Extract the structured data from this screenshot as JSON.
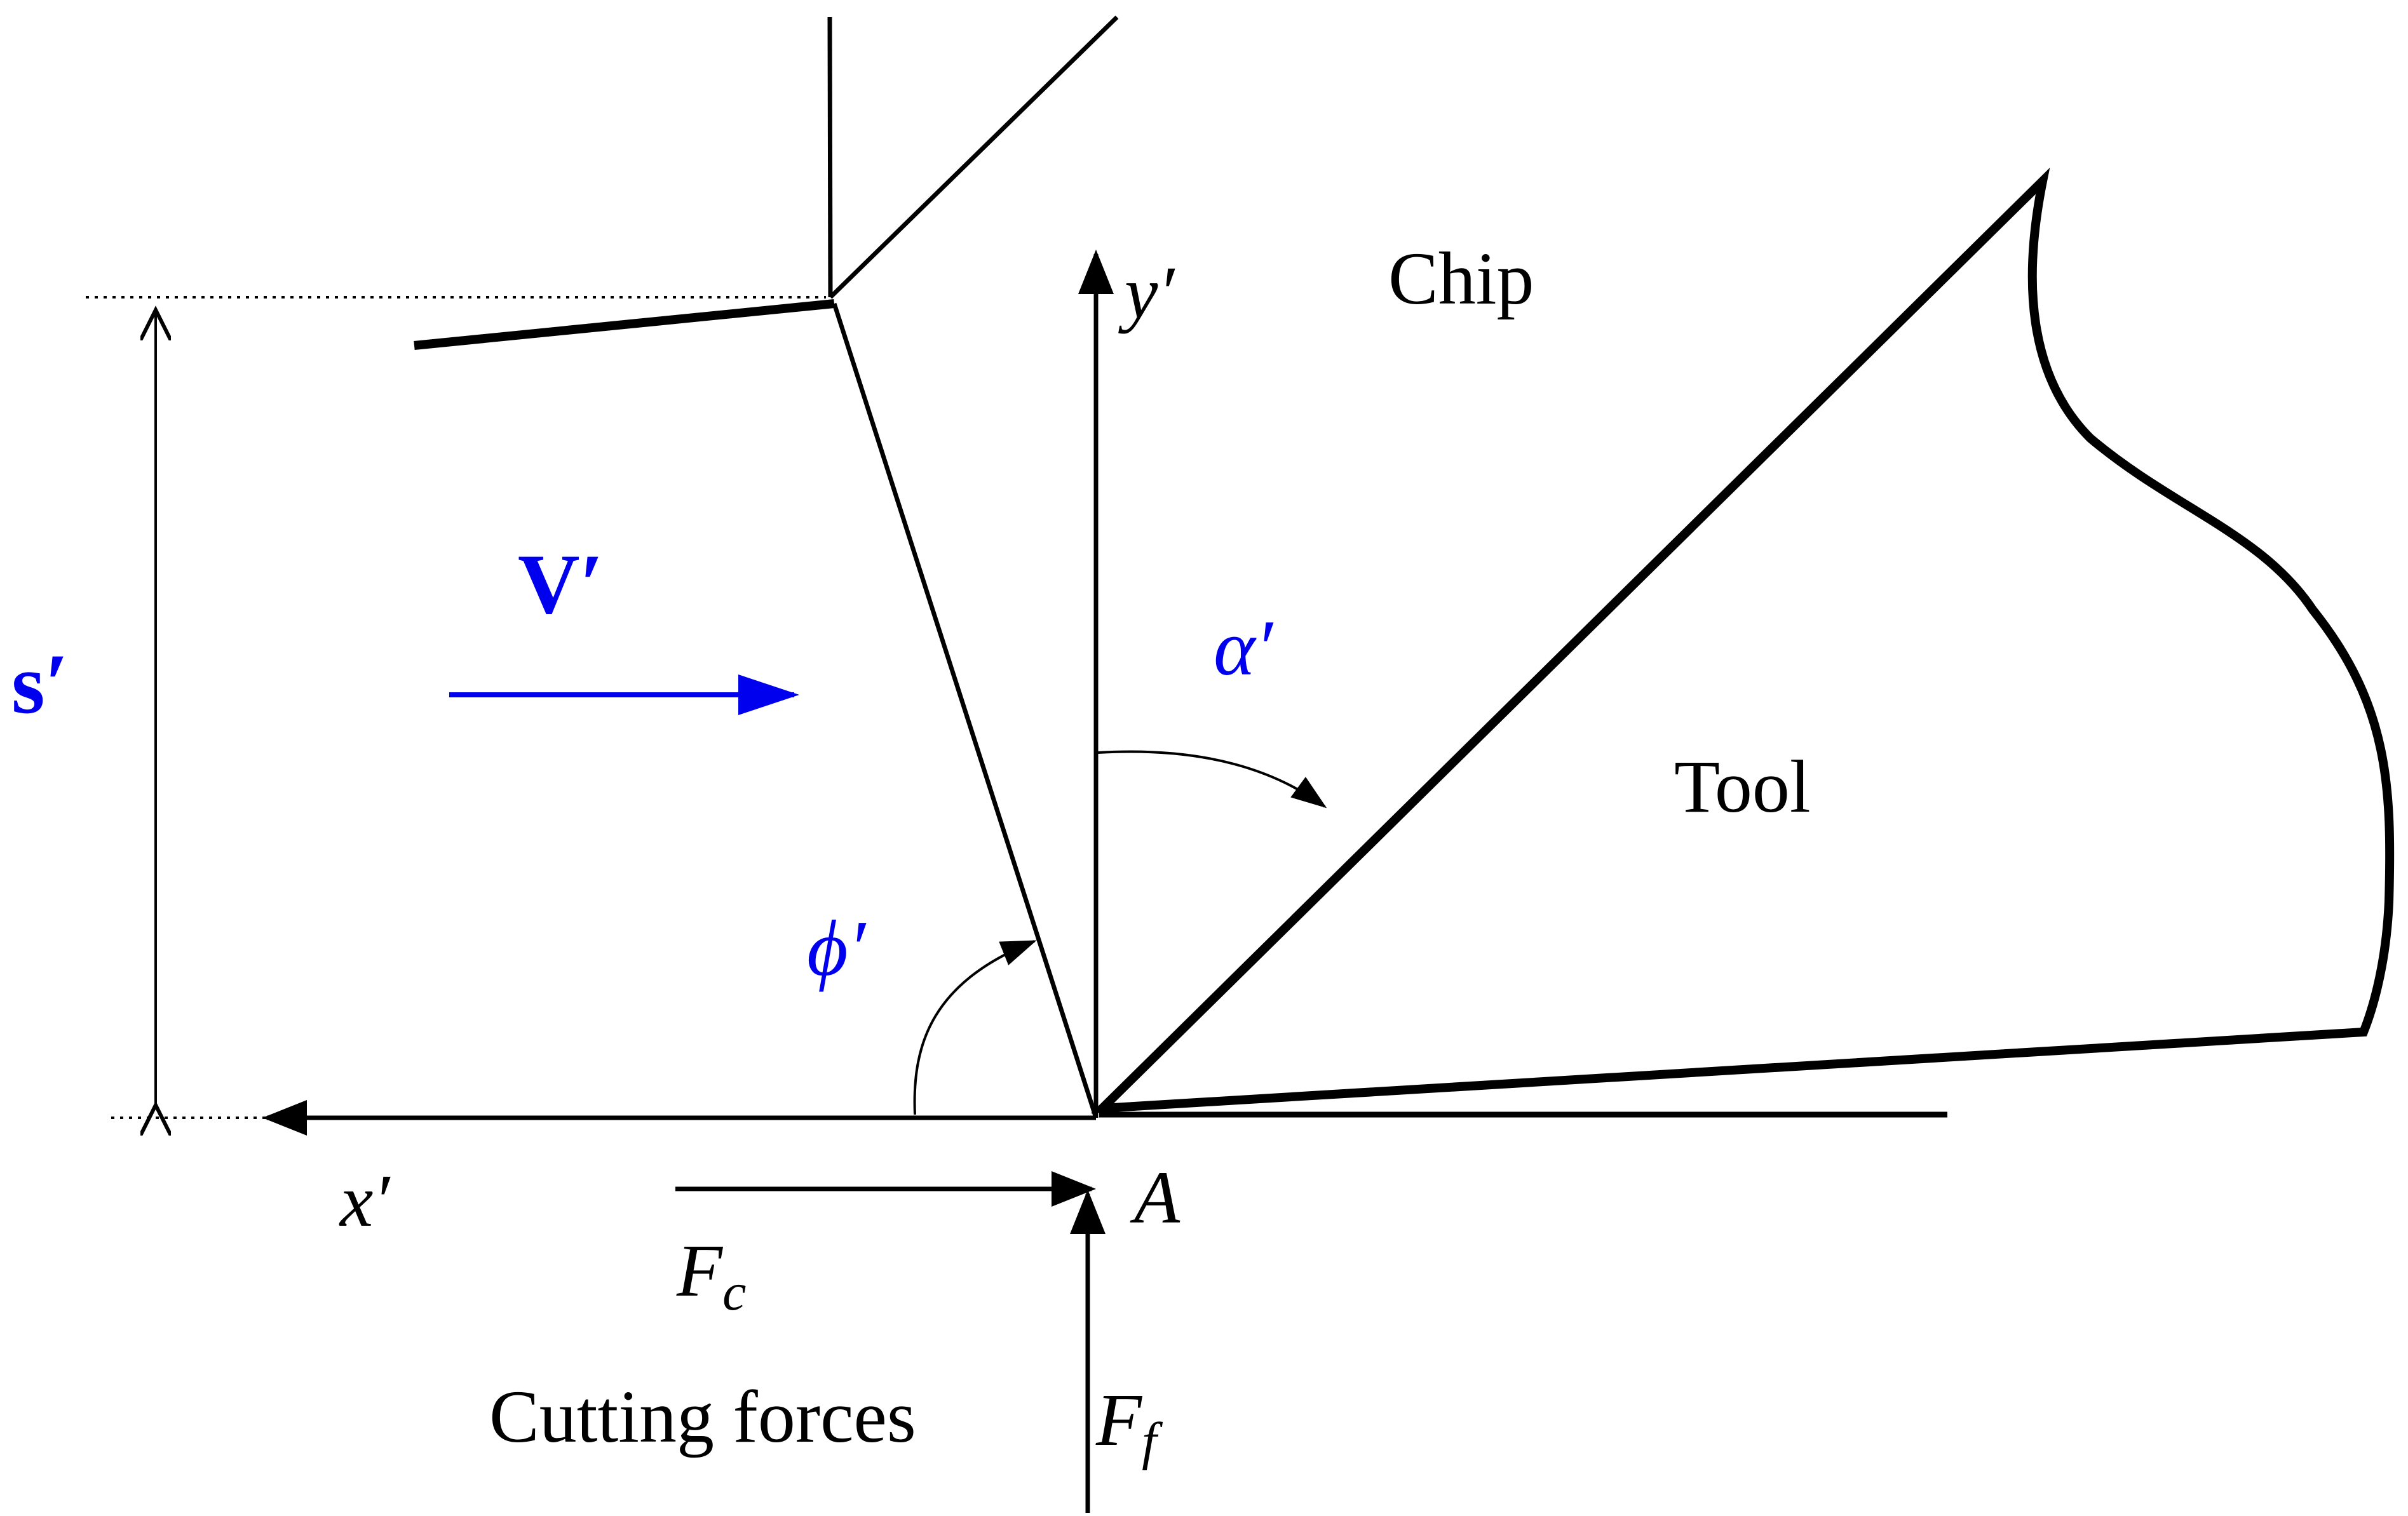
{
  "labels": {
    "chip": "Chip",
    "tool": "Tool",
    "y_axis": "y′",
    "x_axis": "x′",
    "point_a": "A",
    "velocity": "V′",
    "thickness": "s′",
    "rake_angle": "α′",
    "shear_angle": "ϕ′",
    "cutting_force_main": "F",
    "cutting_force_sub": "c",
    "feed_force_main": "F",
    "feed_force_sub": "f",
    "caption": "Cutting forces"
  },
  "colors": {
    "accent": "#0000ee",
    "ink": "#000000"
  }
}
